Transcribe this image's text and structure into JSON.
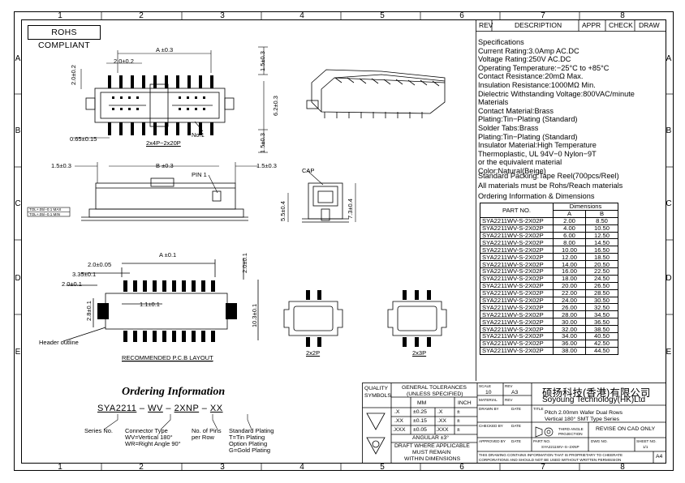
{
  "rohs": "ROHS COMPLIANT",
  "zones": {
    "columns": [
      "1",
      "2",
      "3",
      "4",
      "5",
      "6",
      "7",
      "8"
    ],
    "rows": [
      "A",
      "B",
      "C",
      "D",
      "E"
    ]
  },
  "revision_header": {
    "rev": "REV",
    "description": "DESCRIPTION",
    "appr": "APPR",
    "check": "CHECK",
    "draw": "DRAW"
  },
  "specifications": [
    "Specifications",
    "Current Rating:3.0Amp AC.DC",
    "Voltage Rating:250V AC.DC",
    "Operating Temperature:−25°C to +85°C",
    "Contact Resistance:20mΩ Max.",
    "Insulation Resistance:1000MΩ Min.",
    "Dielectric Withstanding Voltage:800VAC/minute",
    "Materials",
    "Contact Material:Brass",
    "Plating:Tin−Plating (Standard)",
    "Solder Tabs:Brass",
    "Plating:Tin−Plating (Standard)",
    "Insulator Material:High Temperature",
    "Thermoplastic, UL 94V−0 Nylon−9T",
    "or the equivalent material",
    "Color:Natural(Beige)",
    "Standard Packing:Tape Reel(700pcs/Reel)",
    "All materials must be Rohs/Reach materials",
    "Ordering Information & Dimensions"
  ],
  "ordering_table": {
    "header_part": "PART NO.",
    "header_dims": "Dimensions",
    "col_a": "A",
    "col_b": "B",
    "rows": [
      [
        "SYA2211WV-S-2X02P",
        "2.00",
        "8.50"
      ],
      [
        "SYA2211WV-S-2X02P",
        "4.00",
        "10.50"
      ],
      [
        "SYA2211WV-S-2X02P",
        "6.00",
        "12.50"
      ],
      [
        "SYA2211WV-S-2X02P",
        "8.00",
        "14.50"
      ],
      [
        "SYA2211WV-S-2X02P",
        "10.00",
        "16.50"
      ],
      [
        "SYA2211WV-S-2X02P",
        "12.00",
        "18.50"
      ],
      [
        "SYA2211WV-S-2X02P",
        "14.00",
        "20.50"
      ],
      [
        "SYA2211WV-S-2X02P",
        "16.00",
        "22.50"
      ],
      [
        "SYA2211WV-S-2X02P",
        "18.00",
        "24.50"
      ],
      [
        "SYA2211WV-S-2X02P",
        "20.00",
        "26.50"
      ],
      [
        "SYA2211WV-S-2X02P",
        "22.00",
        "28.50"
      ],
      [
        "SYA2211WV-S-2X02P",
        "24.00",
        "30.50"
      ],
      [
        "SYA2211WV-S-2X02P",
        "26.00",
        "32.50"
      ],
      [
        "SYA2211WV-S-2X02P",
        "28.00",
        "34.50"
      ],
      [
        "SYA2211WV-S-2X02P",
        "30.00",
        "36.50"
      ],
      [
        "SYA2211WV-S-2X02P",
        "32.00",
        "38.50"
      ],
      [
        "SYA2211WV-S-2X02P",
        "34.00",
        "40.50"
      ],
      [
        "SYA2211WV-S-2X02P",
        "36.00",
        "42.50"
      ],
      [
        "SYA2211WV-S-2X02P",
        "38.00",
        "44.50"
      ]
    ]
  },
  "dims": {
    "a_top": "A ±0.3",
    "d20": "2.0±0.2",
    "d20v": "2.0±0.2",
    "d15": "1.5±0.3",
    "d62": "6.2±0.3",
    "d065": "0.65±0.15",
    "no1": "No.1",
    "view_label": "2x4P~2x20P",
    "side_15l": "1.5±0.3",
    "side_b": "B ±0.3",
    "side_15r": "1.5±0.3",
    "pin1": "PIN 1",
    "cap": "CAP",
    "d55": "5.5±0.4",
    "d73": "7.3±0.4",
    "pcb_a": "A ±0.1",
    "pcb_2005": "2.0±0.05",
    "pcb_335": "3.35±0.1",
    "pcb_20": "2.0±0.1",
    "pcb_11": "1.1±0.1",
    "pcb_28": "2.8±0.1",
    "pcb_20r": "2.0±0.1",
    "pcb_103": "10.3±0.1",
    "header_outline": "Header outline",
    "pcb_title": "RECOMMENDED P.C.B LAYOUT",
    "v2x2": "2x2P",
    "v2x3": "2x3P",
    "note1": "TOL+.05/−0.1 MAX",
    "note2": "TOL+.05/−0.1 MIN"
  },
  "ordering_info": {
    "title": "Ordering Information",
    "code": [
      "SYA2211",
      "–",
      "WV",
      "–",
      "2XNP",
      "–",
      "XX"
    ],
    "series": "Series No.",
    "connector": "Connector Type",
    "wv": "WV=Vertical 180°",
    "wr": "WR=Right Angle 90°",
    "pins1": "No. of Pins",
    "pins2": "per Row",
    "plating": "Standard Plating",
    "tin": "T=Tin Plating",
    "option": "Option Plating",
    "gold": "G=Gold Plating"
  },
  "title_block": {
    "quality": "QUALITY",
    "symbols": "SYMBOLS",
    "gen_tol": "GENERAL TOLERANCES",
    "unless": "(UNLESS SPECIFIED)",
    "mm": "MM",
    "inch": "INCH",
    "tol_rows": [
      [
        ".X",
        "±0.25",
        ".X",
        "±"
      ],
      [
        ".XX",
        "±0.15",
        ".XX",
        "±"
      ],
      [
        ".XXX",
        "±0.05",
        ".XXX",
        "±"
      ]
    ],
    "angular": "ANGULAR ±3°",
    "draft1": "DRAFT WHERE APPLICABLE",
    "draft2": "MUST REMAIN",
    "draft3": "WITHIN DIMENSIONS",
    "scale": "SCALE",
    "scale_val": "10",
    "rev": "REV",
    "rev_val": "A3",
    "mat": "MATERIAL",
    "rev2": "REV",
    "title_lbl": "TITLE",
    "title1": "Pitch 2.00mm Wafer Dual Rows",
    "title2": "Vertical 180° SMT Type Series",
    "drawn": "DRAWN BY",
    "date1": "DATE",
    "checked": "CHECKED BY",
    "date2": "DATE",
    "approved": "APPROVED BY",
    "date3": "DATE",
    "third": "THIRD ANGLE",
    "proj": "PROJECTION",
    "revise": "REVISE ON CAD ONLY",
    "partno": "PART NO.",
    "partno_val": "SYA2211WV−S−2XNP",
    "dwgno": "DWG NO.",
    "sheet": "SHEET NO.",
    "sheet_val": "1/1",
    "size": "A4",
    "company_cn": "硕扬科技(香港)有限公司",
    "company_en": "Soyoung Technology(HK)Ltd",
    "prop1": "THIS DRAWING CONTAINS INFORMATION THAT IS PROPRIETARY TO CHEERATE",
    "prop2": "CORPORATIONS AND SHOULD NOT BE USED WITHOUT WRITTEN PERMISSION"
  }
}
